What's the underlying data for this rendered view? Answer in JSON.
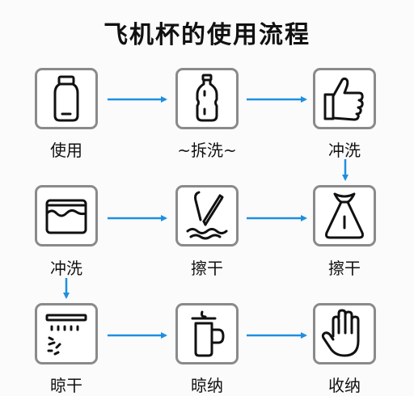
{
  "title": "飞机杯的使用流程",
  "steps": [
    {
      "label": "使用",
      "icon": "bottle-icon"
    },
    {
      "label": "~拆洗~",
      "icon": "plastic-bottle-icon"
    },
    {
      "label": "冲洗",
      "icon": "thumbs-up-icon"
    },
    {
      "label": "冲洗",
      "icon": "water-basin-icon"
    },
    {
      "label": "擦干",
      "icon": "brush-water-icon"
    },
    {
      "label": "擦干",
      "icon": "pouch-bag-icon"
    },
    {
      "label": "晾干",
      "icon": "shower-head-icon"
    },
    {
      "label": "晾纳",
      "icon": "mug-icon"
    },
    {
      "label": "收纳",
      "icon": "hand-icon"
    }
  ],
  "colors": {
    "arrow": "#1e8fe0",
    "border": "#8a8a8a",
    "icon": "#111111"
  }
}
